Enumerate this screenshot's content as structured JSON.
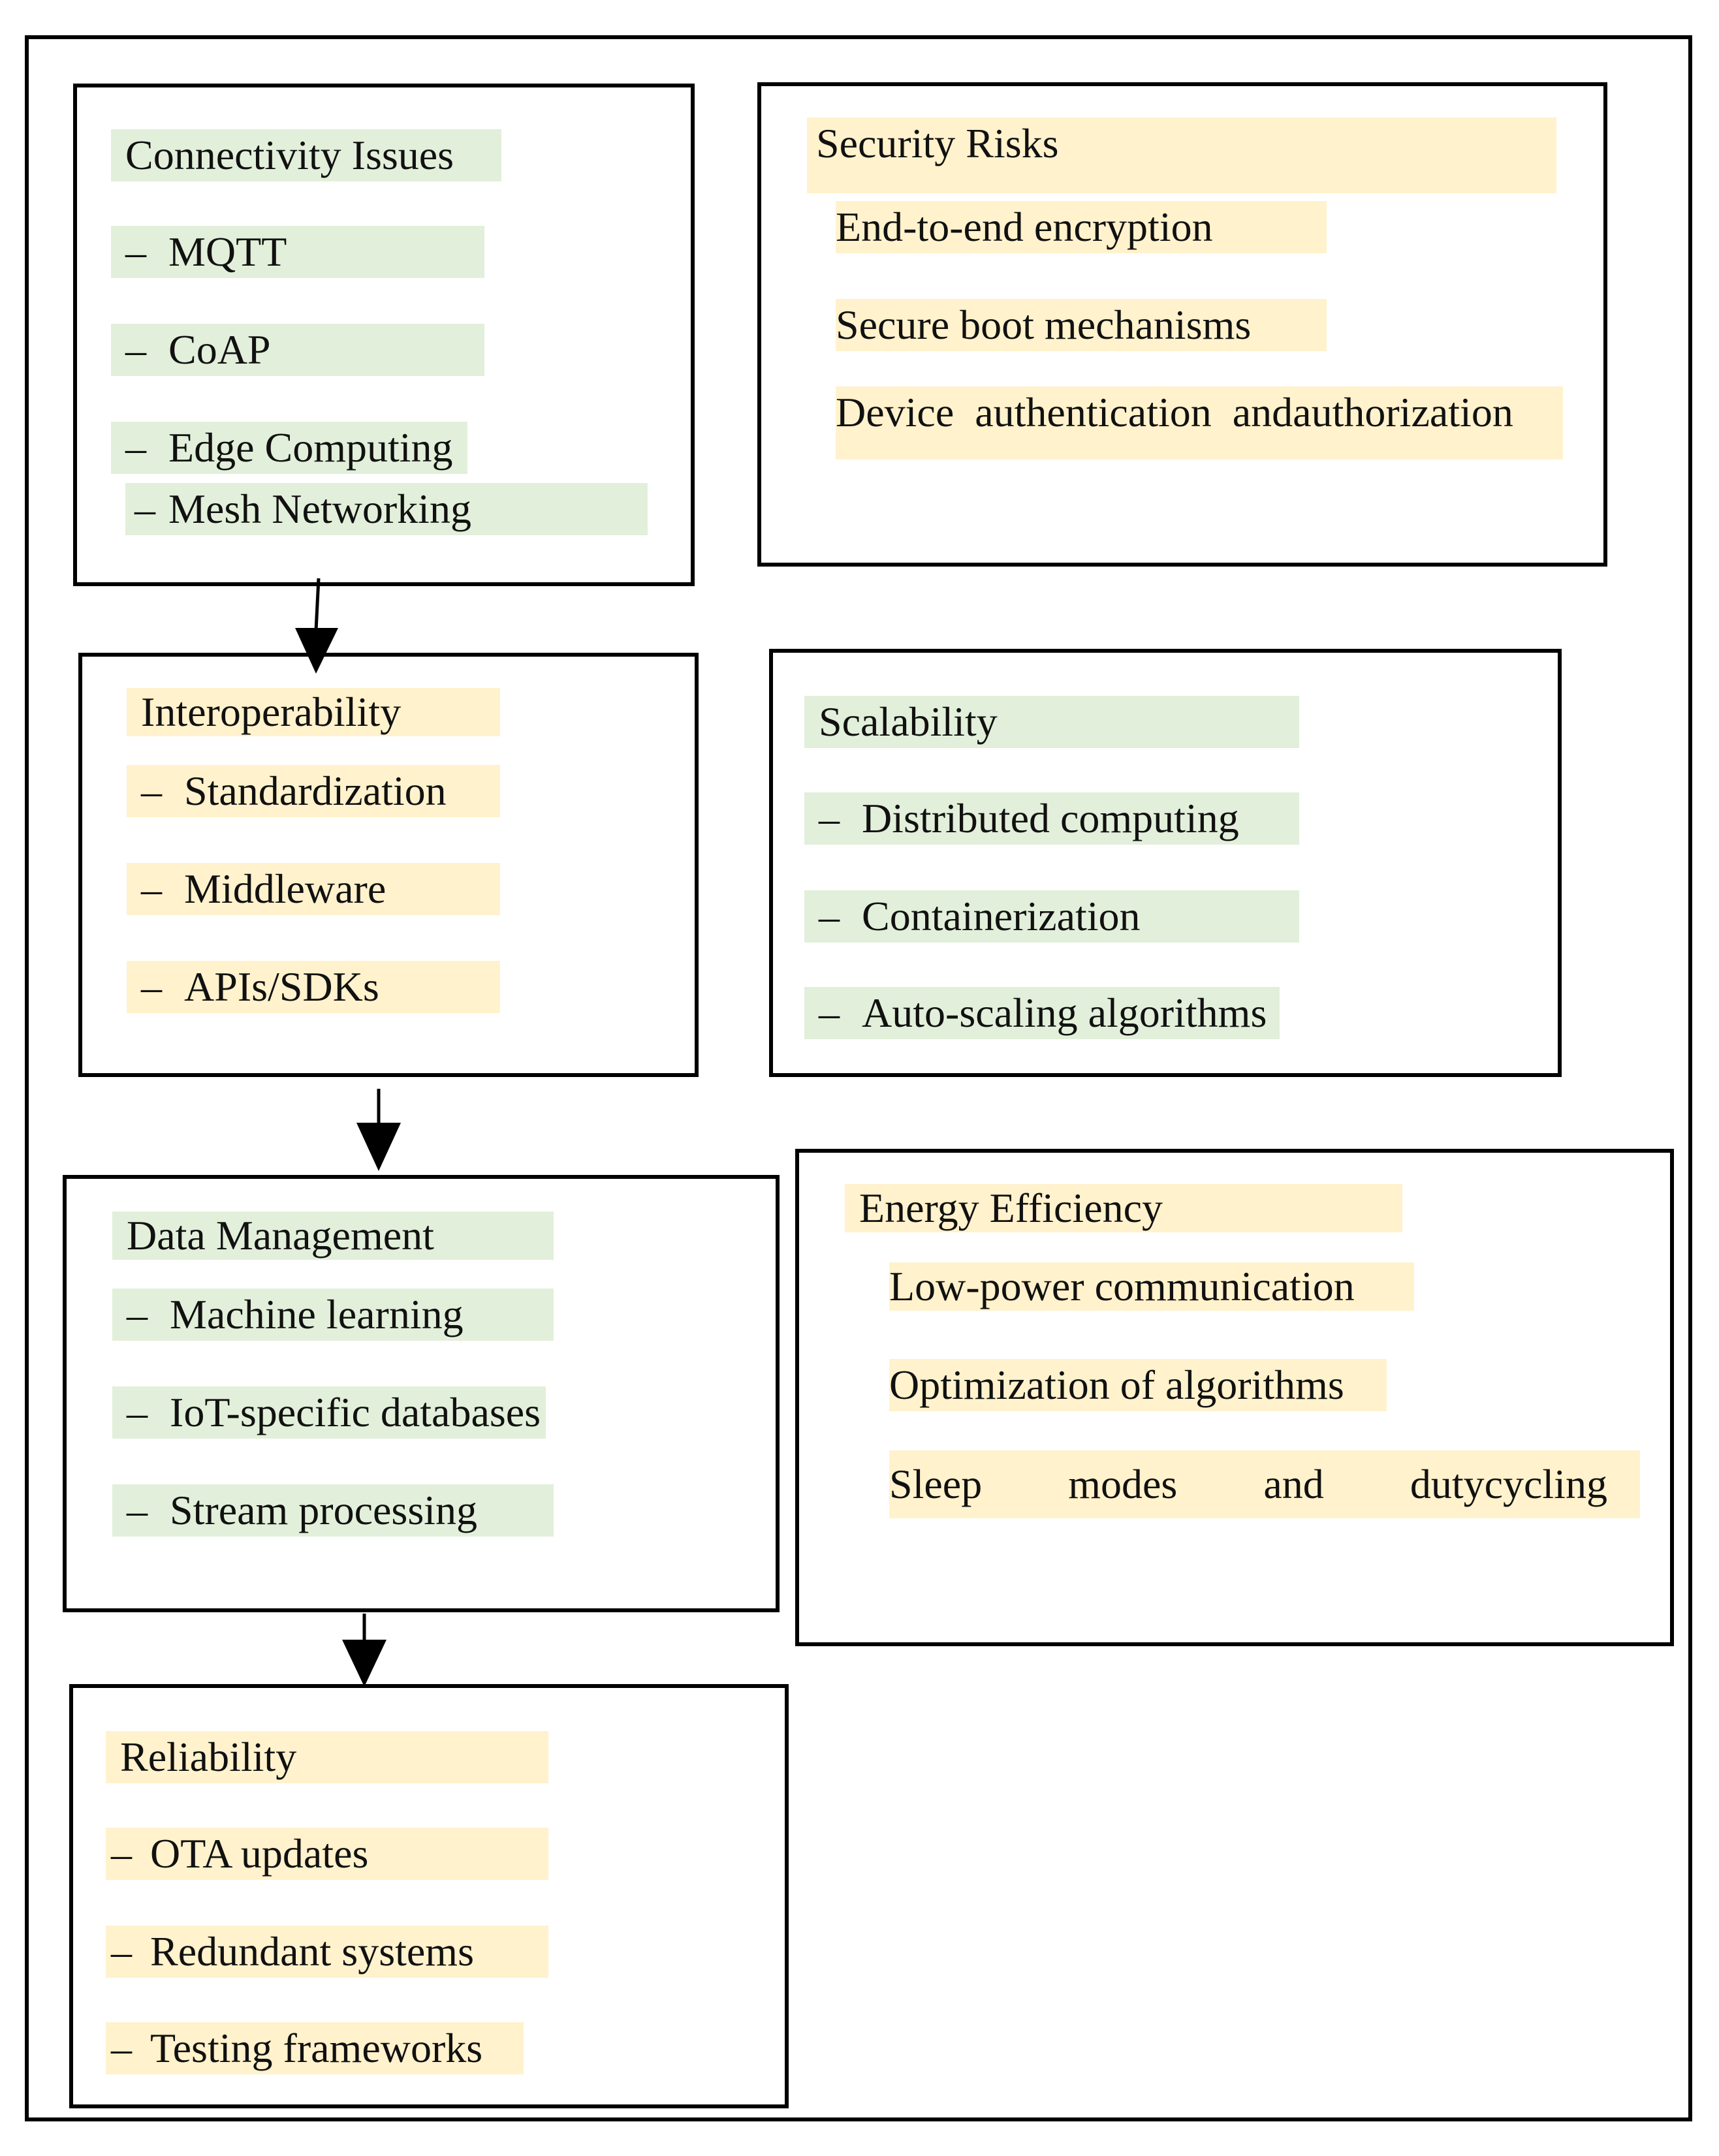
{
  "boxes": {
    "connectivity": {
      "title": "Connectivity Issues",
      "items": [
        "MQTT",
        "CoAP",
        "Edge Computing",
        "Mesh Networking"
      ]
    },
    "security": {
      "title": "Security Risks",
      "items": [
        "End-to-end encryption",
        "Secure boot mechanisms",
        "Device  authentication  andauthorization"
      ]
    },
    "interoperability": {
      "title": "Interoperability",
      "items": [
        "Standardization",
        "Middleware",
        "APIs/SDKs"
      ]
    },
    "scalability": {
      "title": "Scalability",
      "items": [
        "Distributed computing",
        "Containerization",
        "Auto-scaling algorithms"
      ]
    },
    "data_management": {
      "title": "Data Management",
      "items": [
        "Machine learning",
        "IoT-specific databases",
        "Stream processing"
      ]
    },
    "energy": {
      "title": "Energy Efficiency",
      "items": [
        "Low-power communication",
        "Optimization of algorithms"
      ],
      "last_item_words": [
        "Sleep",
        "modes",
        "and",
        "dutycycling"
      ]
    },
    "reliability": {
      "title": "Reliability",
      "items": [
        "OTA updates",
        "Redundant systems",
        "Testing frameworks"
      ]
    }
  },
  "colors": {
    "green_highlight": "#e2efda",
    "yellow_highlight": "#fff2cc",
    "border": "#000000"
  }
}
